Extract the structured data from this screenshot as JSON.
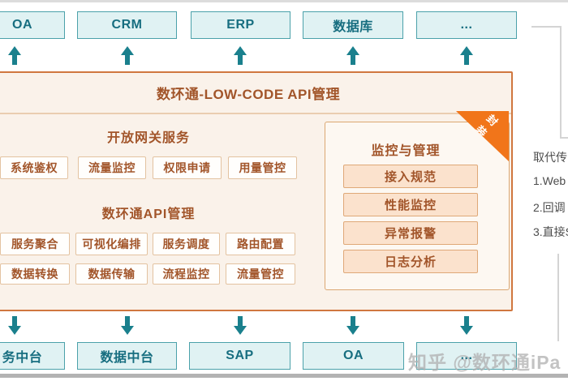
{
  "top_systems": [
    "OA",
    "CRM",
    "ERP",
    "数据库",
    "..."
  ],
  "bottom_systems": [
    "务中台",
    "数据中台",
    "SAP",
    "OA",
    "..."
  ],
  "main": {
    "title": "数环通-LOW-CODE API管理",
    "gateway": {
      "title": "开放网关服务",
      "items": [
        "系统鉴权",
        "流量监控",
        "权限申请",
        "用量管控"
      ]
    },
    "api": {
      "title": "数环通API管理",
      "rows": [
        [
          "服务聚合",
          "可视化编排",
          "服务调度",
          "路由配置"
        ],
        [
          "数据转换",
          "数据传输",
          "流程监控",
          "流量管控"
        ]
      ]
    },
    "monitor": {
      "title": "监控与管理",
      "ribbon": "封装",
      "items": [
        "接入规范",
        "性能监控",
        "异常报警",
        "日志分析"
      ]
    }
  },
  "annotation": {
    "lines": [
      "取代传",
      "1.Web",
      "2.回调",
      "3.直接S"
    ]
  },
  "watermark": {
    "text": "知乎 @数环通iPa"
  },
  "colors": {
    "teal-border": "#4BA1AA",
    "teal-text": "#176E80",
    "cyan-fill": "#E0F2F3",
    "orange-border": "#D0773F",
    "cream": "#FAF2EA",
    "brown": "#A2552A",
    "box-border": "#E3C2A0",
    "panel-fill": "#FDF8F2",
    "panel-border": "#DBA772",
    "peach-fill": "#FBE2CD",
    "peach-border": "#DFA877",
    "ribbon": "#F1751A",
    "arrow": "#1A808D"
  }
}
